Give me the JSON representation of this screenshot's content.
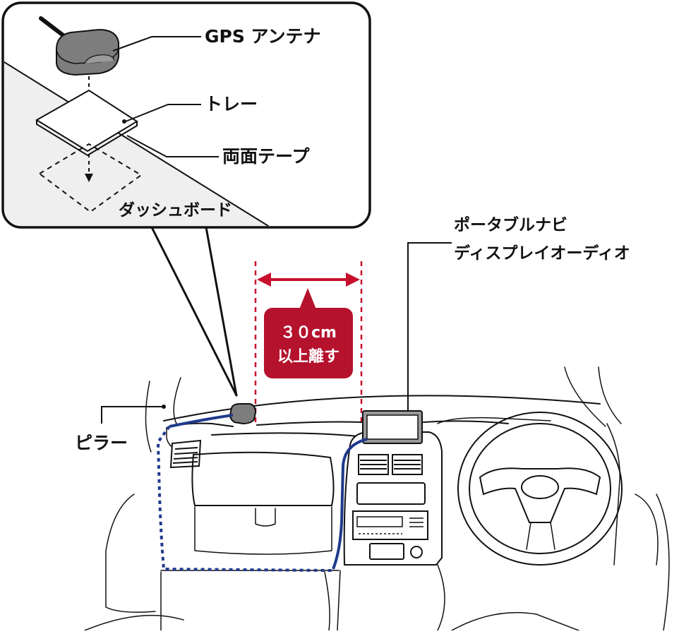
{
  "labels": {
    "gps_antenna": "GPS アンテナ",
    "tray": "トレー",
    "double_sided_tape": "両面テープ",
    "dashboard": "ダッシュボード",
    "portable_navi_line1": "ポータブルナビ",
    "portable_navi_line2": "ディスプレイオーディオ",
    "pillar": "ピラー",
    "distance_line1": "３０cm",
    "distance_line2": "以上離す"
  },
  "colors": {
    "callout_fill": "#efefef",
    "antenna_body": "#7d7d7d",
    "red": "#c8102e",
    "badge": "#b5122d",
    "cable": "#1f3a8c",
    "line": "#111111"
  }
}
